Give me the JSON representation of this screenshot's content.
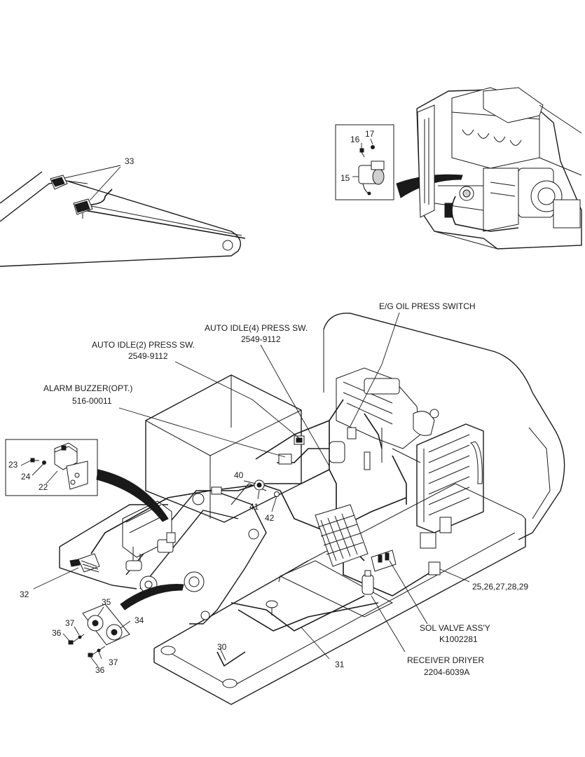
{
  "callouts": {
    "c33": "33",
    "c17": "17",
    "c16": "16",
    "c15": "15",
    "c23": "23",
    "c24": "24",
    "c22": "22",
    "c40": "40",
    "c41": "41",
    "c42": "42",
    "c32": "32",
    "c35": "35",
    "c34": "34",
    "c37a": "37",
    "c36a": "36",
    "c37b": "37",
    "c36b": "36",
    "c30": "30",
    "c31": "31",
    "c25": "25,26,27,28,29"
  },
  "labels": {
    "eg_oil_switch": "E/G OIL PRESS SWITCH",
    "auto_idle4_name": "AUTO IDLE(4) PRESS SW.",
    "auto_idle4_part": "2549-9112",
    "auto_idle2_name": "AUTO IDLE(2) PRESS SW.",
    "auto_idle2_part": "2549-9112",
    "alarm_buzzer_name": "ALARM BUZZER(OPT.)",
    "alarm_buzzer_part": "516-00011",
    "sol_valve_name": "SOL VALVE ASS'Y",
    "sol_valve_part": "K1002281",
    "receiver_name": "RECEIVER DRIYER",
    "receiver_part": "2204-6039A"
  },
  "colors": {
    "ink": "#1a1a1a",
    "paper": "#ffffff"
  }
}
